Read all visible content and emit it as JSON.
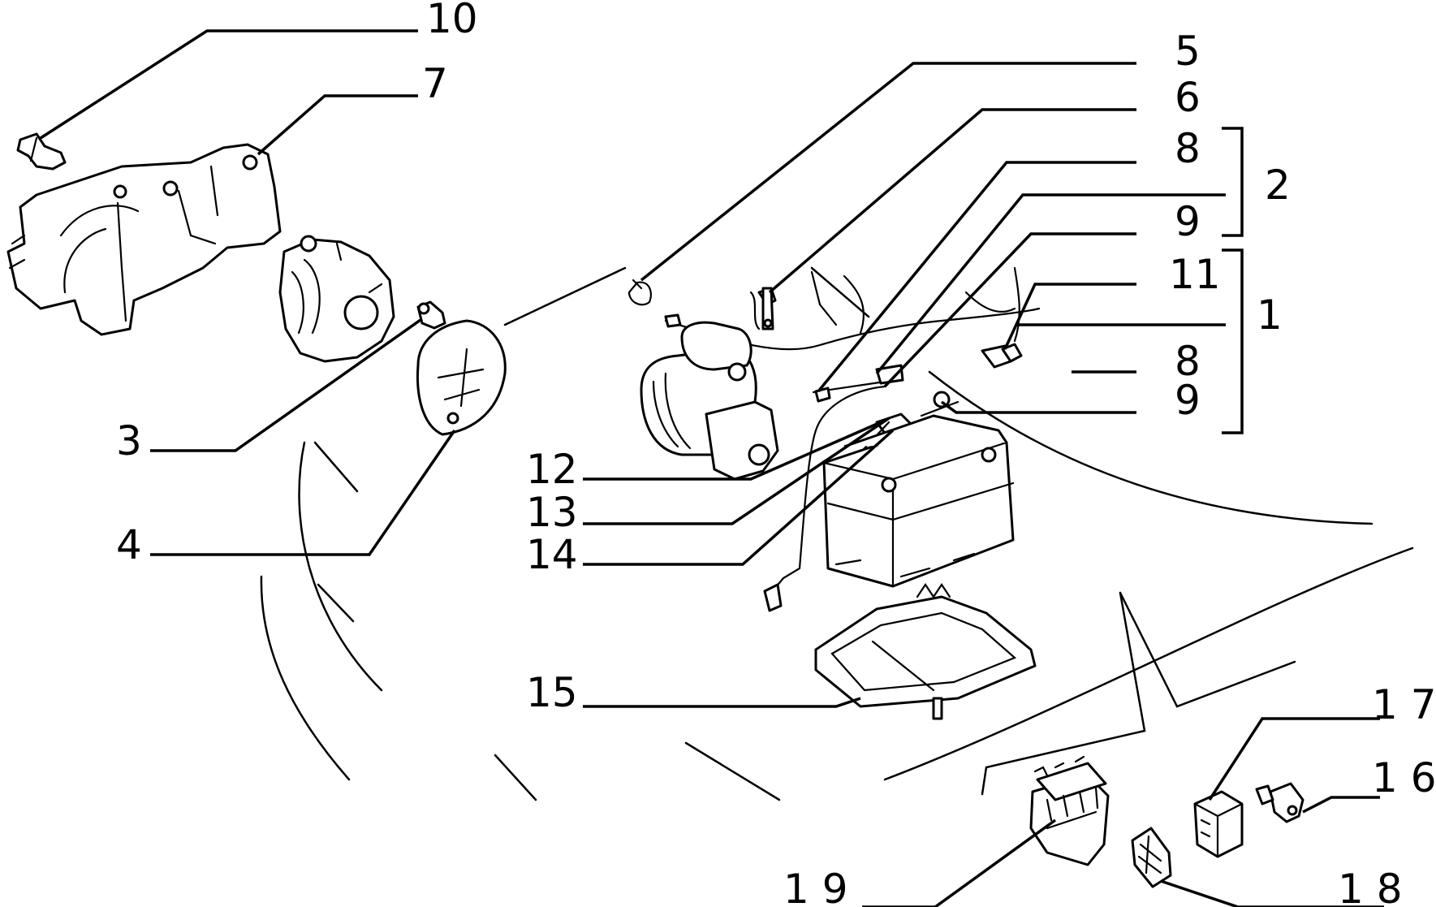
{
  "callouts": {
    "c10": "10",
    "c7": "7",
    "c5": "5",
    "c6": "6",
    "c8a": "8",
    "c2": "2",
    "c9a": "9",
    "c11": "11",
    "c1": "1",
    "c8b": "8",
    "c9b": "9",
    "c3": "3",
    "c4": "4",
    "c12": "12",
    "c13": "13",
    "c14": "14",
    "c15": "15",
    "c17": "1 7",
    "c16": "1 6",
    "c19": "1 9",
    "c18": "1 8"
  }
}
